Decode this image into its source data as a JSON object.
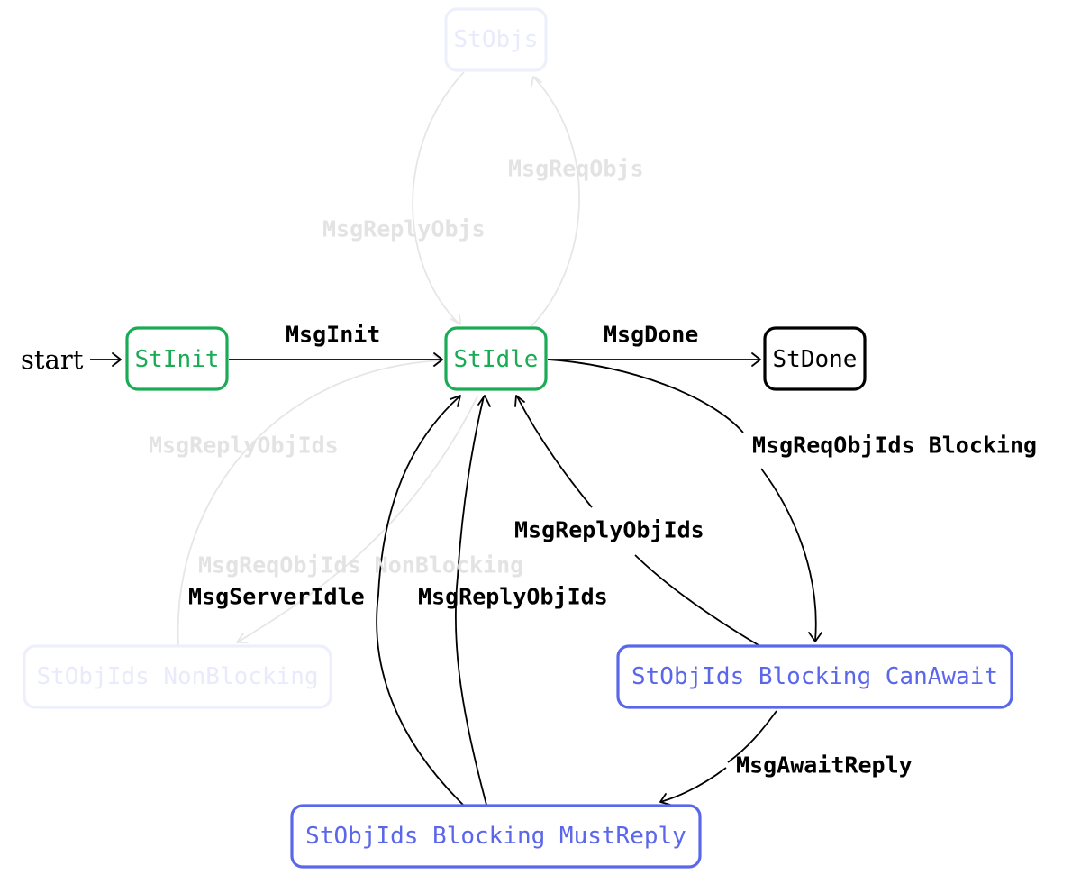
{
  "start_label": "start",
  "colors": {
    "green": "#1aab55",
    "blue": "#5b67ea",
    "black": "#000000",
    "faded_blue": "#eeeffc",
    "faded_text_blue": "#e9eafb",
    "faded_edge": "#e6e6e6",
    "faded_label": "#e3e3e3"
  },
  "states": {
    "st_objs": "StObjs",
    "st_init": "StInit",
    "st_idle": "StIdle",
    "st_done": "StDone",
    "st_objids_nonblocking": "StObjIds NonBlocking",
    "st_objids_blocking_canawait": "StObjIds Blocking CanAwait",
    "st_objids_blocking_mustreply": "StObjIds Blocking MustReply"
  },
  "transitions": {
    "msg_init": "MsgInit",
    "msg_done": "MsgDone",
    "msg_req_objs": "MsgReqObjs",
    "msg_reply_objs": "MsgReplyObjs",
    "msg_reply_objids_faded": "MsgReplyObjIds",
    "msg_req_objids_nonblocking": "MsgReqObjIds NonBlocking",
    "msg_server_idle": "MsgServerIdle",
    "msg_reply_objids_mustreply": "MsgReplyObjIds",
    "msg_reply_objids_canawait": "MsgReplyObjIds",
    "msg_req_objids_blocking": "MsgReqObjIds Blocking",
    "msg_await_reply": "MsgAwaitReply"
  }
}
